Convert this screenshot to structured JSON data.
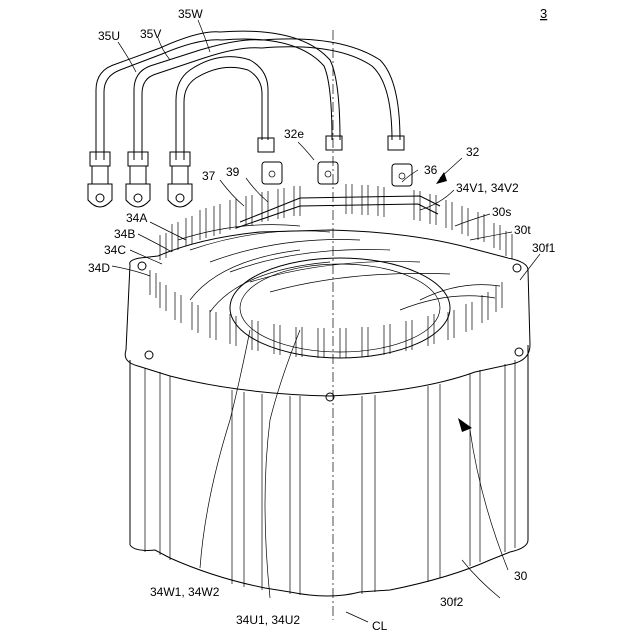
{
  "figure_number": "3",
  "labels": {
    "35U": "35U",
    "35V": "35V",
    "35W": "35W",
    "32e": "32e",
    "39": "39",
    "37": "37",
    "36": "36",
    "32": "32",
    "34V1_34V2": "34V1, 34V2",
    "30s": "30s",
    "30t": "30t",
    "30f1": "30f1",
    "34A": "34A",
    "34B": "34B",
    "34C": "34C",
    "34D": "34D",
    "34W1_34W2": "34W1, 34W2",
    "34U1_34U2": "34U1, 34U2",
    "CL": "CL",
    "30": "30",
    "30f2": "30f2"
  }
}
